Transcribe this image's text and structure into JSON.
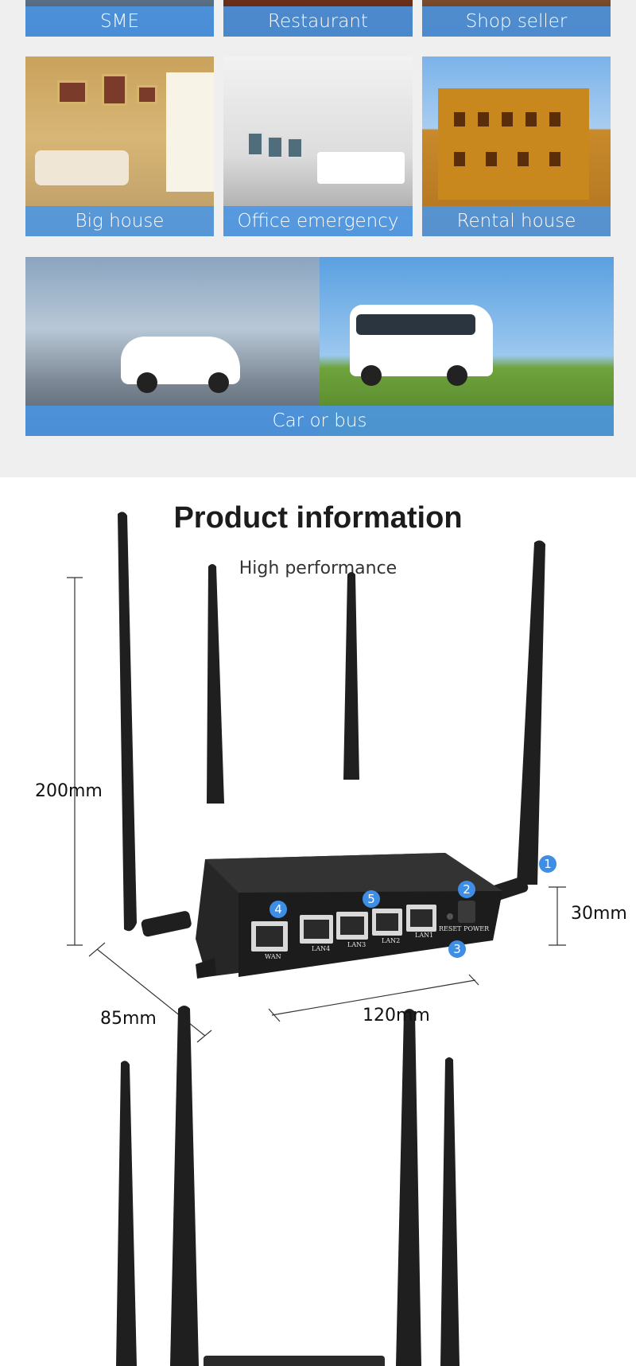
{
  "scenarios": {
    "row1": [
      {
        "label": "SME",
        "icon": "office-photo"
      },
      {
        "label": "Restaurant",
        "icon": "restaurant-photo"
      },
      {
        "label": "Shop seller",
        "icon": "shop-photo"
      }
    ],
    "row2": [
      {
        "label": "Big house",
        "icon": "living-room-photo"
      },
      {
        "label": "Office emergency",
        "icon": "meeting-room-photo"
      },
      {
        "label": "Rental house",
        "icon": "building-photo"
      }
    ],
    "wide": {
      "label": "Car or bus",
      "icon": "car-and-bus-photo"
    }
  },
  "product": {
    "title": "Product information",
    "subtitle": "High performance",
    "dimensions": {
      "height": "200mm",
      "depth": "85mm",
      "width": "120mm",
      "body_height": "30mm"
    },
    "badges": [
      "1",
      "2",
      "3",
      "4",
      "5"
    ],
    "ports": [
      "WAN",
      "LAN4",
      "LAN3",
      "LAN2",
      "LAN1",
      "RESET POWER"
    ]
  },
  "colors": {
    "caption_blue": "#4a96e6",
    "badge_blue": "#3e8ee6",
    "section_bg": "#efefef"
  }
}
